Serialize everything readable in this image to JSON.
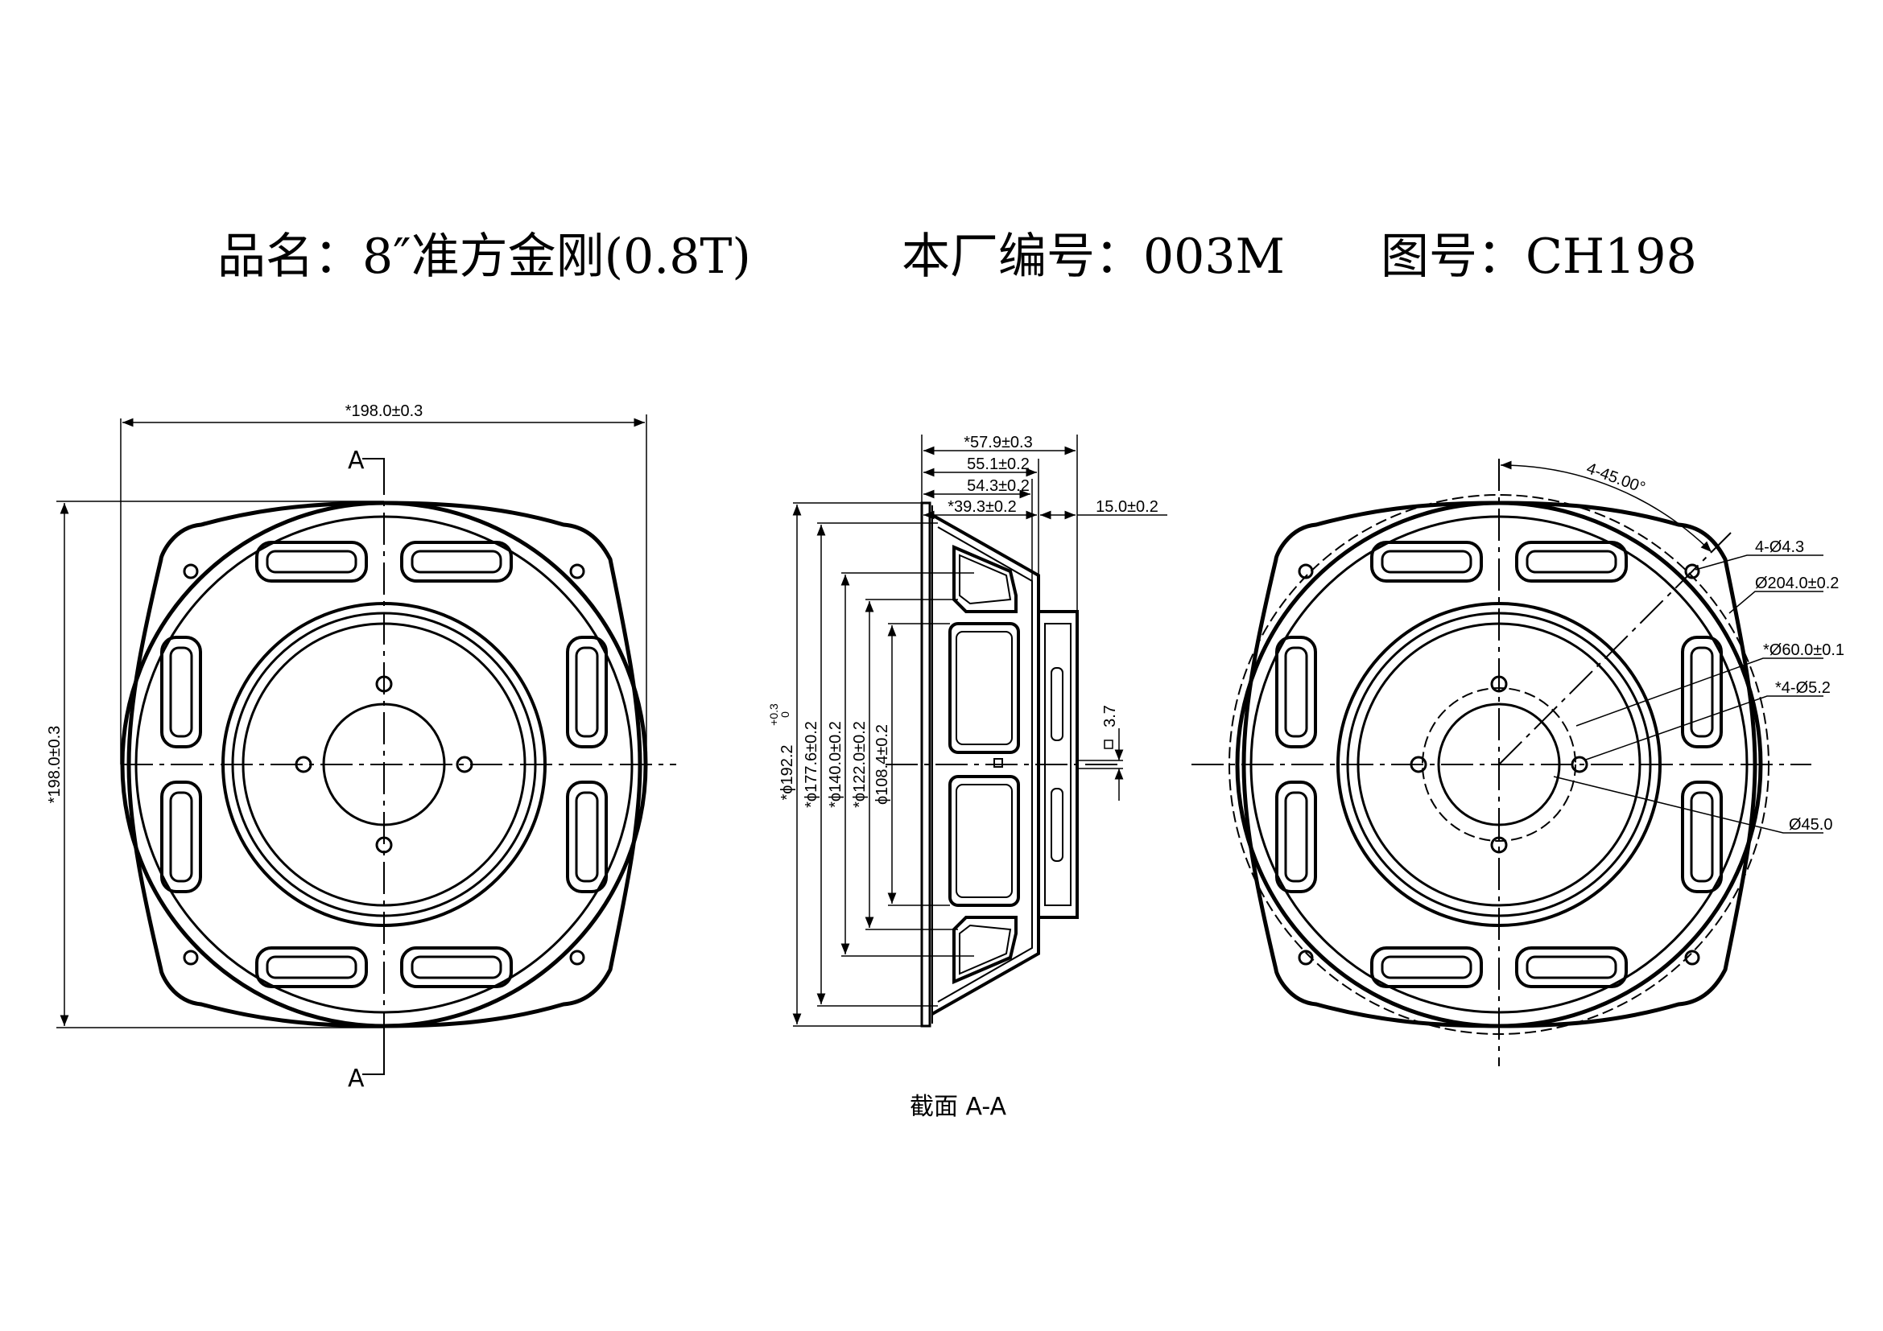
{
  "header": {
    "product": "品名：8″准方金刚(0.8T)",
    "factory_no": "本厂编号：003M",
    "drawing_no": "图号：CH198"
  },
  "front_view": {
    "width_dim": "*198.0±0.3",
    "height_dim": "*198.0±0.3",
    "section_mark_top": "A",
    "section_mark_bottom": "A"
  },
  "section_view": {
    "caption": "截面 A-A",
    "depth_dims": [
      "*57.9±0.3",
      "55.1±0.2",
      "54.3±0.2",
      "*39.3±0.2"
    ],
    "magnet_dim": "15.0±0.2",
    "flange_dim": "3.7",
    "dia_main": "*ϕ192.2",
    "dia_main_tol_plus": "+0.3",
    "dia_main_tol_minus": "0",
    "diameters": [
      "*ϕ177.6±0.2",
      "*ϕ140.0±0.2",
      "*ϕ122.0±0.2",
      "ϕ108.4±0.2"
    ]
  },
  "rear_view": {
    "angle_dim": "4-45.00°",
    "hole_dim": "4-Ø4.3",
    "bolt_circle": "Ø204.0±0.2",
    "pcd_dim": "*Ø60.0±0.1",
    "mount_holes": "*4-Ø5.2",
    "center_dim": "Ø45.0"
  }
}
